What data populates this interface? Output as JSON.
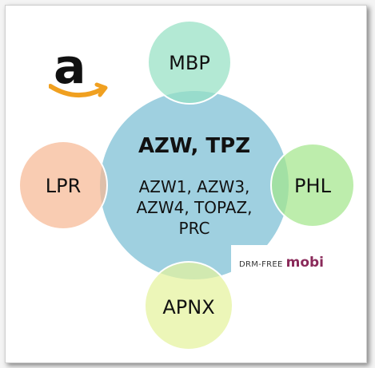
{
  "center": {
    "title": "AZW, TPZ",
    "lines": [
      "AZW1, AZW3,",
      "AZW4, TOPAZ,",
      "PRC"
    ],
    "color": "#9fd0e0"
  },
  "nodes": {
    "top": {
      "label": "MBP",
      "color": "#95e0c4"
    },
    "left": {
      "label": "LPR",
      "color": "#f6b894"
    },
    "right": {
      "label": "PHL",
      "color": "#a4e68c"
    },
    "bottom": {
      "label": "APNX",
      "color": "#e4f29c"
    }
  },
  "badge": {
    "small": "DRM-FREE",
    "big": "mobi"
  },
  "logo": {
    "letter": "a",
    "smile_color": "#f0a020"
  }
}
